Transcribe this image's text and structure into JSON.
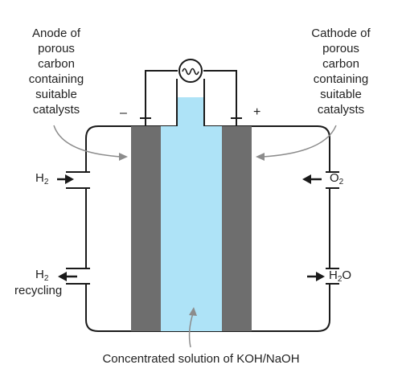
{
  "labels": {
    "anode": [
      "Anode of",
      "porous",
      "carbon",
      "containing",
      "suitable",
      "catalysts"
    ],
    "cathode": [
      "Cathode of",
      "porous",
      "carbon",
      "containing",
      "suitable",
      "catalysts"
    ],
    "electrolyte": "Concentrated solution of KOH/NaOH",
    "recycling": "recycling",
    "minus": "–",
    "plus": "+"
  },
  "species": {
    "h2_in": {
      "base": "H",
      "sub": "2"
    },
    "h2_recycle": {
      "base": "H",
      "sub": "2"
    },
    "o2_in": {
      "base": "O",
      "sub": "2"
    },
    "h2o_out": {
      "base": "H",
      "sub": "2",
      "tail": "O"
    }
  },
  "colors": {
    "electrode": "#6e6e6e",
    "electrolyte": "#aee3f7",
    "outline": "#1a1a1a",
    "pointer": "#8c8c8c"
  },
  "icons": [
    "galvanometer-icon",
    "arrow-right-icon",
    "arrow-left-icon"
  ]
}
